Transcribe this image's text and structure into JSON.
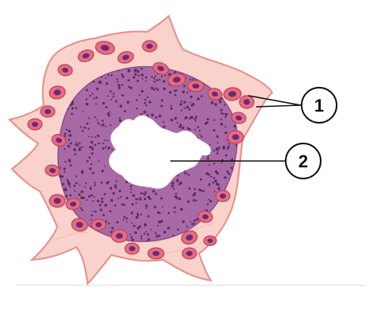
{
  "labels": [
    {
      "id": "1",
      "text": "1"
    },
    {
      "id": "2",
      "text": "2"
    }
  ],
  "colors": {
    "background": "#ffffff",
    "stroma_fill": "#f9d2cc",
    "stroma_edge": "#e58f88",
    "cell_fill": "#e66c7f",
    "cell_edge": "#b9435a",
    "nucleus": "#6a2a78",
    "ring_fill": "#a86aa6",
    "ring_dots": "#5d2a62",
    "lumen": "#ffffff",
    "line": "#111111",
    "baseline": "#d9d9d9"
  },
  "icons": {
    "structure_1": "cell-layer-icon",
    "structure_2": "lumen-icon"
  }
}
